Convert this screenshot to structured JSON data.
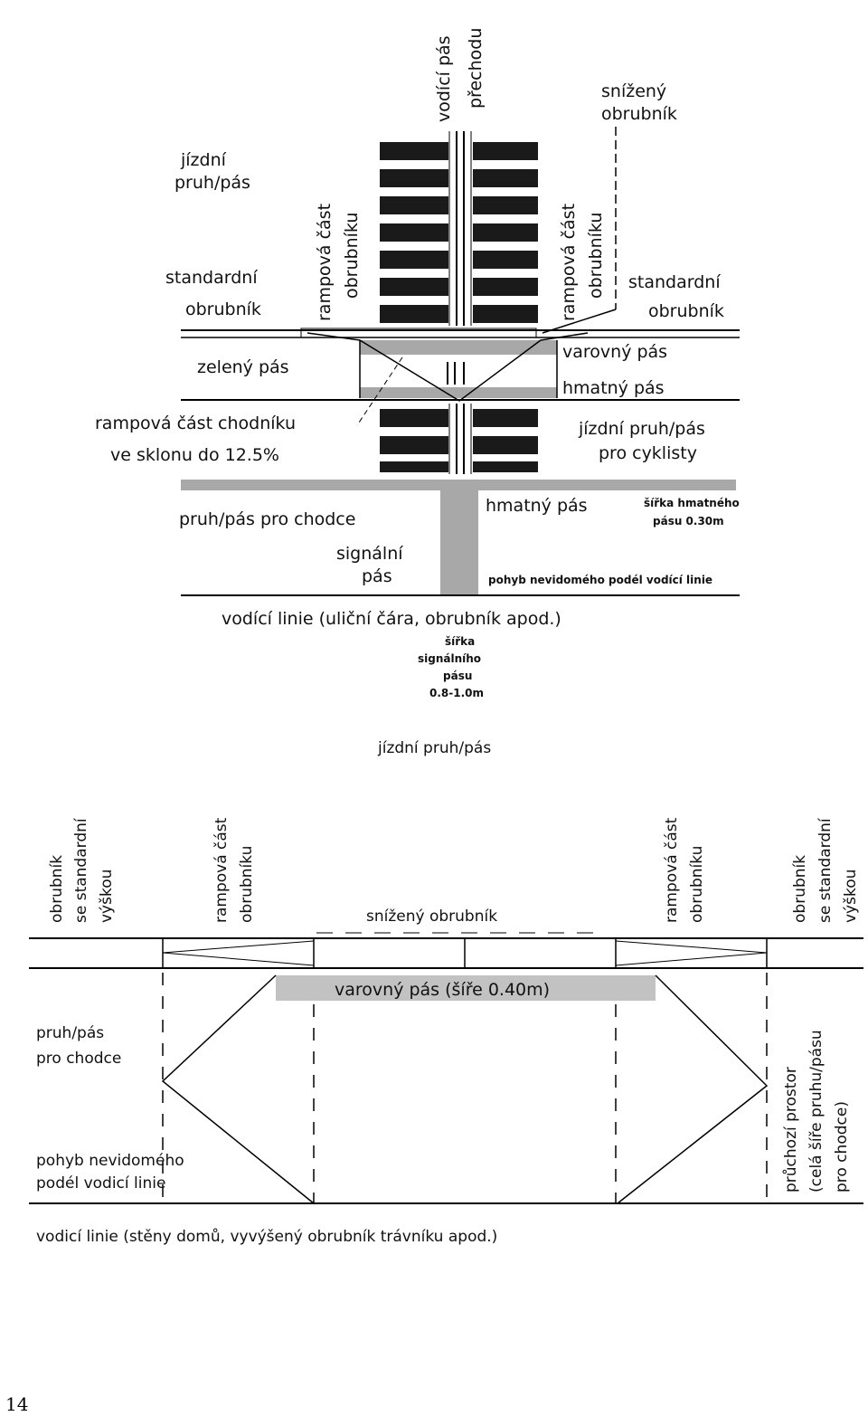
{
  "top": {
    "vodici_pas_prechodu": [
      "vodící pás",
      "přechodu"
    ],
    "snizeny_obrubnik": [
      "snížený",
      "obrubník"
    ],
    "jizdni_pruh": [
      "jízdní",
      "pruh/pás"
    ],
    "rampova_cast_obrubniku_left": [
      "rampová část",
      "obrubníku"
    ],
    "rampova_cast_obrubniku_right": [
      "rampová část",
      "obrubníku"
    ],
    "standardni_obrubnik_left": [
      "standardní",
      "obrubník"
    ],
    "standardni_obrubnik_right": [
      "standardní",
      "obrubník"
    ],
    "zeleny_pas": "zelený pás",
    "varovny_pas": "varovný pás",
    "hmatny_pas_1": "hmatný pás",
    "rampova_cast_chodniku": [
      "rampová část chodníku",
      "ve sklonu do 12.5%"
    ],
    "jizdni_pruh_cyklisty": [
      "jízdní pruh/pás",
      "pro cyklisty"
    ],
    "pruh_pro_chodce": "pruh/pás pro chodce",
    "hmatny_pas_2": "hmatný pás",
    "sirka_hmatneho": [
      "šířka hmatného",
      "pásu 0.30m"
    ],
    "signalni_pas": [
      "signální",
      "pás"
    ],
    "pohyb_nevidomeho": "pohyb nevidomého podél vodící linie",
    "vodici_linie": "vodící linie (uliční čára, obrubník apod.)",
    "sirka_signalniho": [
      "šířka",
      "signálního",
      "pásu",
      "0.8-1.0m"
    ]
  },
  "bottom": {
    "jizdni_pruh": "jízdní pruh/pás",
    "obrubnik_std_left": [
      "obrubník",
      "se standardní",
      "výškou"
    ],
    "rampova_left": [
      "rampová část",
      "obrubníku"
    ],
    "snizeny": "snížený obrubník",
    "rampova_right": [
      "rampová část",
      "obrubníku"
    ],
    "obrubnik_std_right": [
      "obrubník",
      "se standardní",
      "výškou"
    ],
    "varovny": "varovný pás (šíře 0.40m)",
    "pruh_pro_chodce": [
      "pruh/pás",
      "pro chodce"
    ],
    "pohyb": [
      "pohyb nevidomého",
      "podél vodicí linie"
    ],
    "pruchozi": [
      "průchozí prostor",
      "(celá šíře pruhu/pásu",
      "pro chodce)"
    ],
    "vodici_linie": "vodicí linie (stěny domů, vyvýšený obrubník trávníku apod.)"
  },
  "page_number": "14"
}
